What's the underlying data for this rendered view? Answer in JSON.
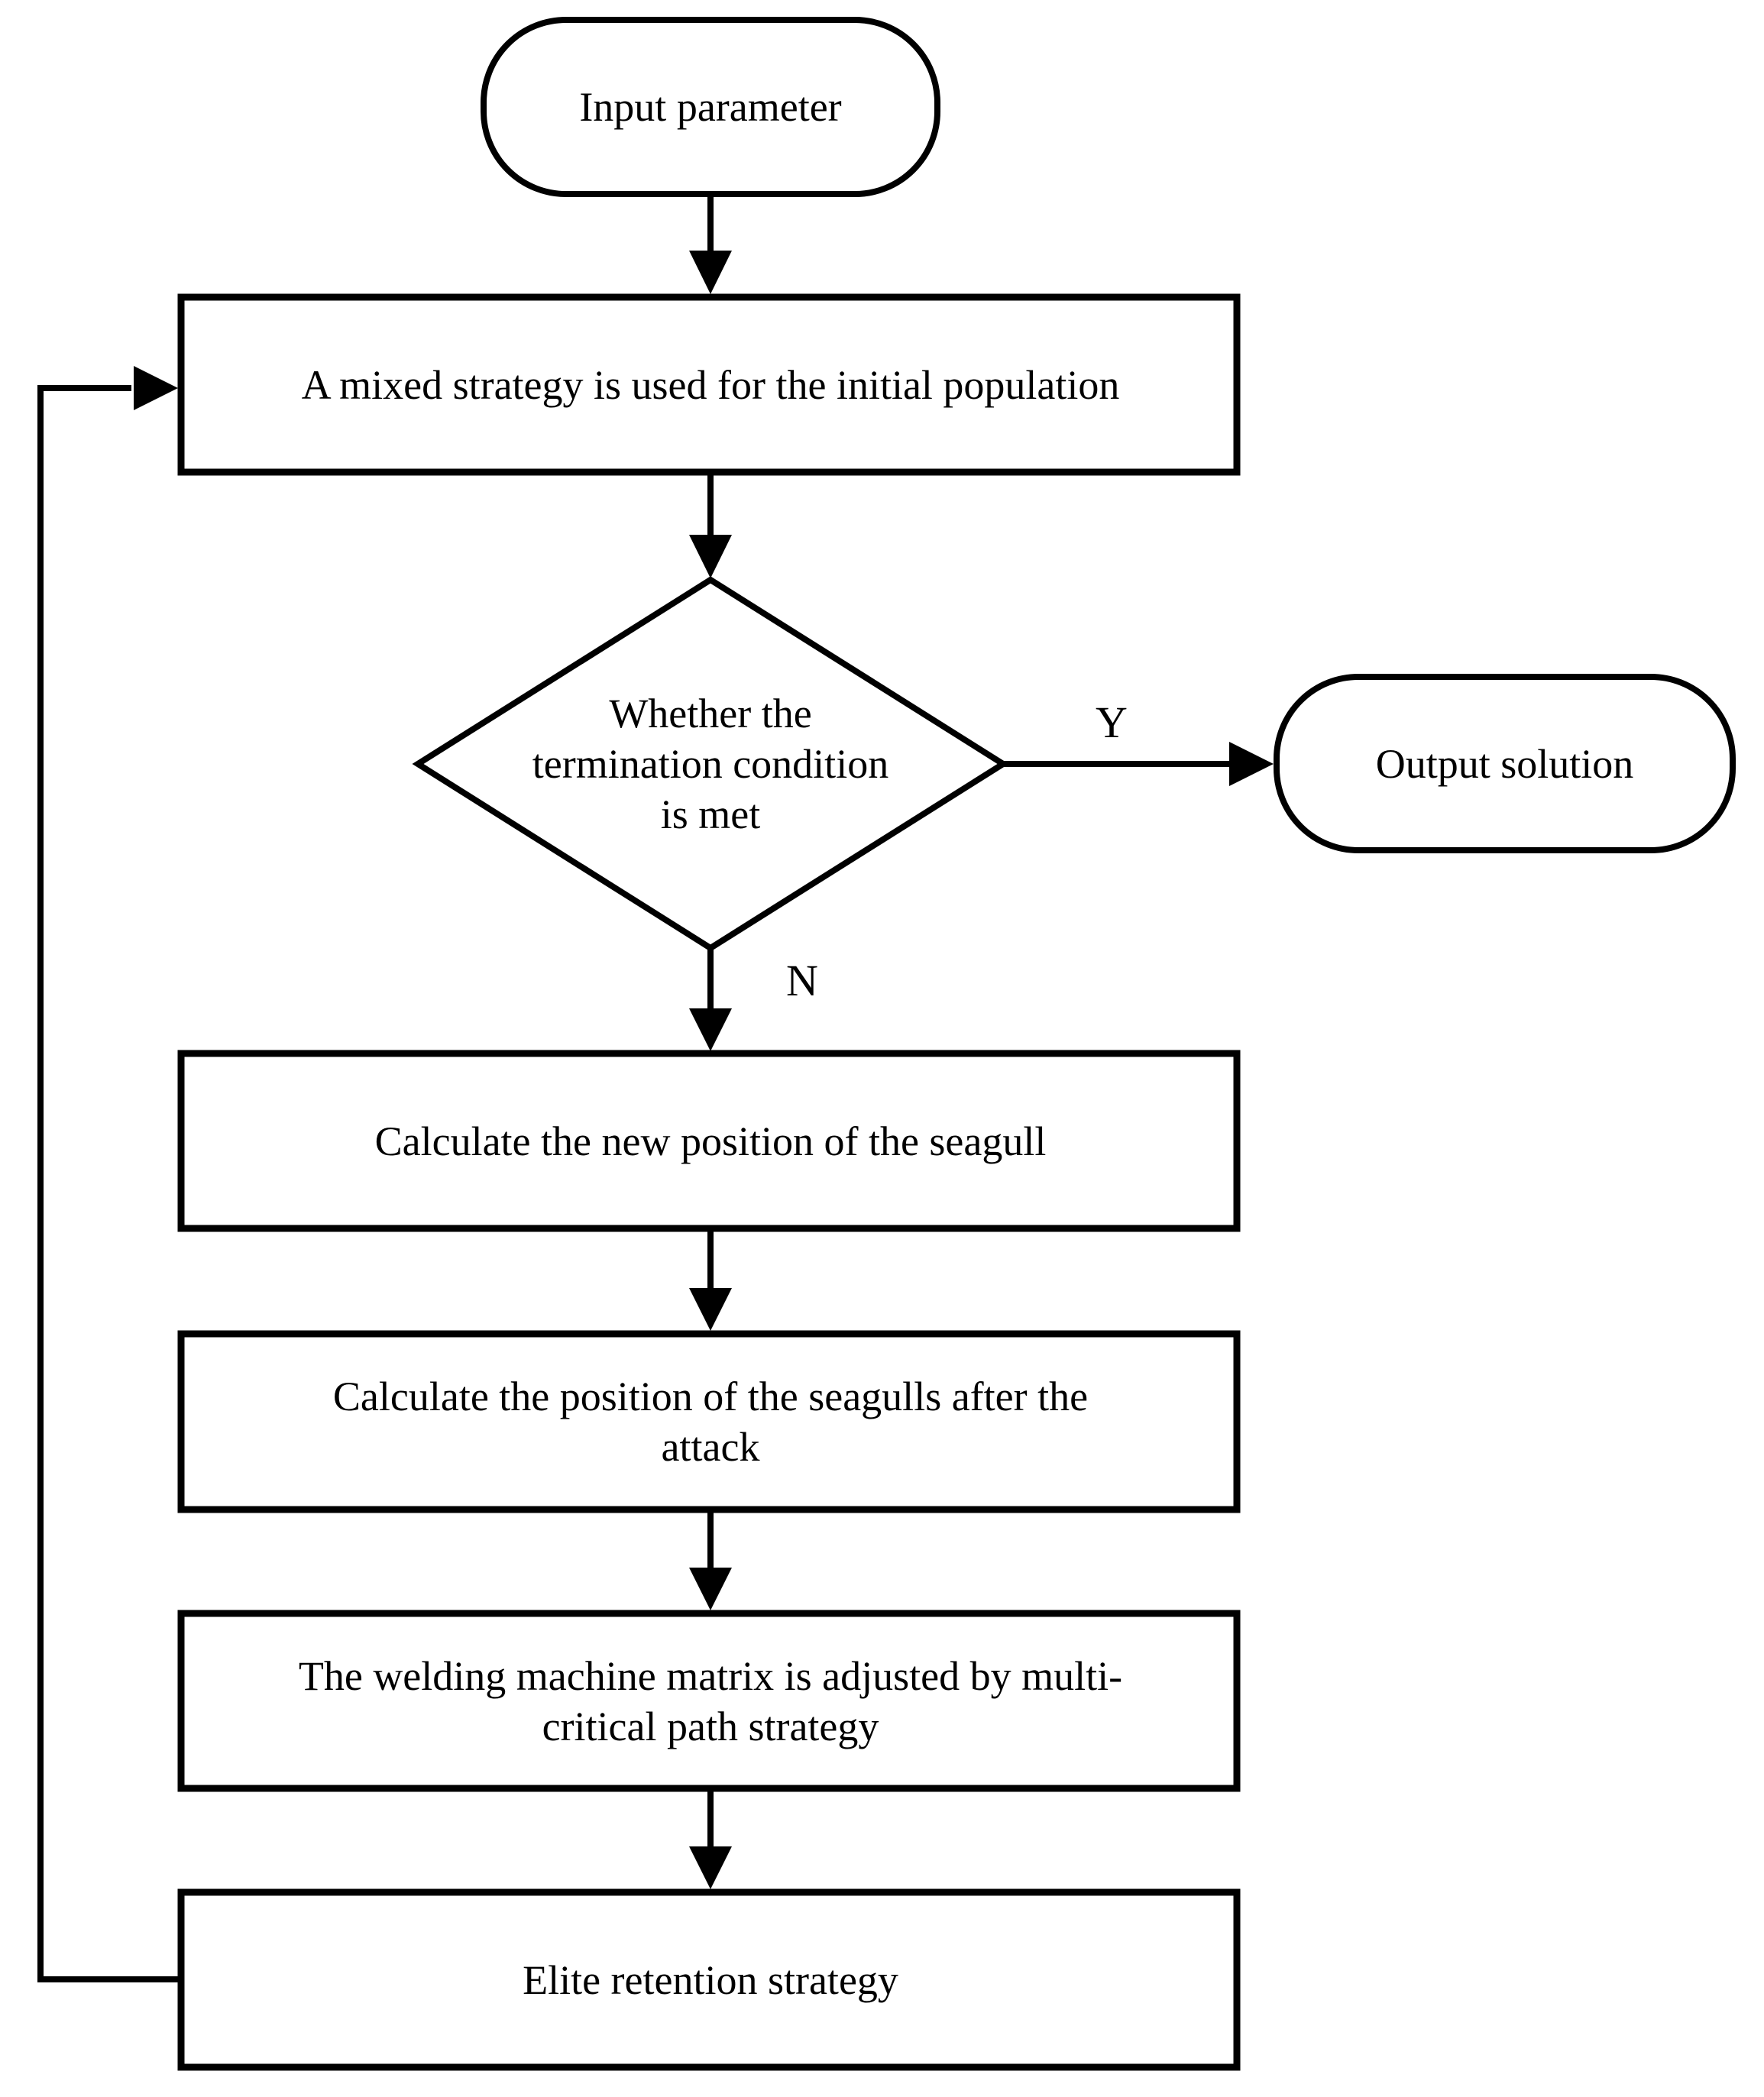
{
  "figure": {
    "type": "flowchart",
    "colors": {
      "background": "#ffffff",
      "stroke": "#000000",
      "fill": "#ffffff",
      "text": "#000000"
    },
    "nodes": [
      {
        "id": "input",
        "shape": "terminator",
        "label": "Input parameter"
      },
      {
        "id": "init",
        "shape": "process",
        "label": "A mixed strategy is used for the initial population"
      },
      {
        "id": "decision",
        "shape": "decision",
        "label": "Whether the\ntermination condition\nis met"
      },
      {
        "id": "output",
        "shape": "terminator",
        "label": "Output solution"
      },
      {
        "id": "newpos",
        "shape": "process",
        "label": "Calculate the new position of the seagull"
      },
      {
        "id": "attack",
        "shape": "process",
        "label": "Calculate the position of the seagulls after the\nattack"
      },
      {
        "id": "welding",
        "shape": "process",
        "label": "The welding machine matrix is adjusted by multi-\ncritical path strategy"
      },
      {
        "id": "elite",
        "shape": "process",
        "label": "Elite retention strategy"
      }
    ],
    "edge_labels": {
      "yes": "Y",
      "no": "N"
    }
  }
}
